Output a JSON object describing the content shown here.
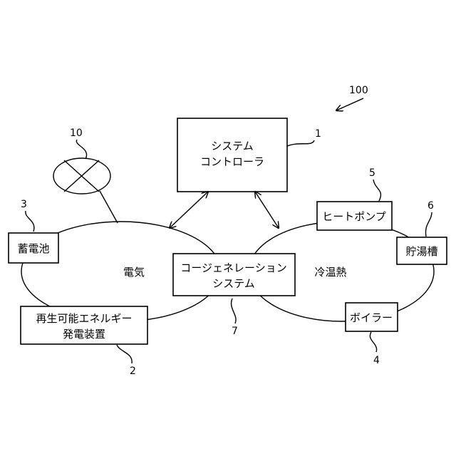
{
  "figure_ref": "100",
  "system_controller": {
    "line1": "システム",
    "line2": "コントローラ",
    "ref": "1"
  },
  "cogeneration": {
    "line1": "コージェネレーション",
    "line2": "システム",
    "ref": "7"
  },
  "electricity_region": {
    "label": "電気"
  },
  "heat_region": {
    "label": "冷温熱"
  },
  "storage_battery": {
    "label": "蓄電池",
    "ref": "3"
  },
  "renewable_generator": {
    "line1": "再生可能エネルギー",
    "line2": "発電装置",
    "ref": "2"
  },
  "heat_pump": {
    "label": "ヒートポンプ",
    "ref": "5"
  },
  "hot_water_tank": {
    "label": "貯湯槽",
    "ref": "6"
  },
  "boiler": {
    "label": "ボイラー",
    "ref": "4"
  },
  "grid_meter": {
    "ref": "10"
  },
  "colors": {
    "stroke": "#000000",
    "background": "#ffffff"
  }
}
